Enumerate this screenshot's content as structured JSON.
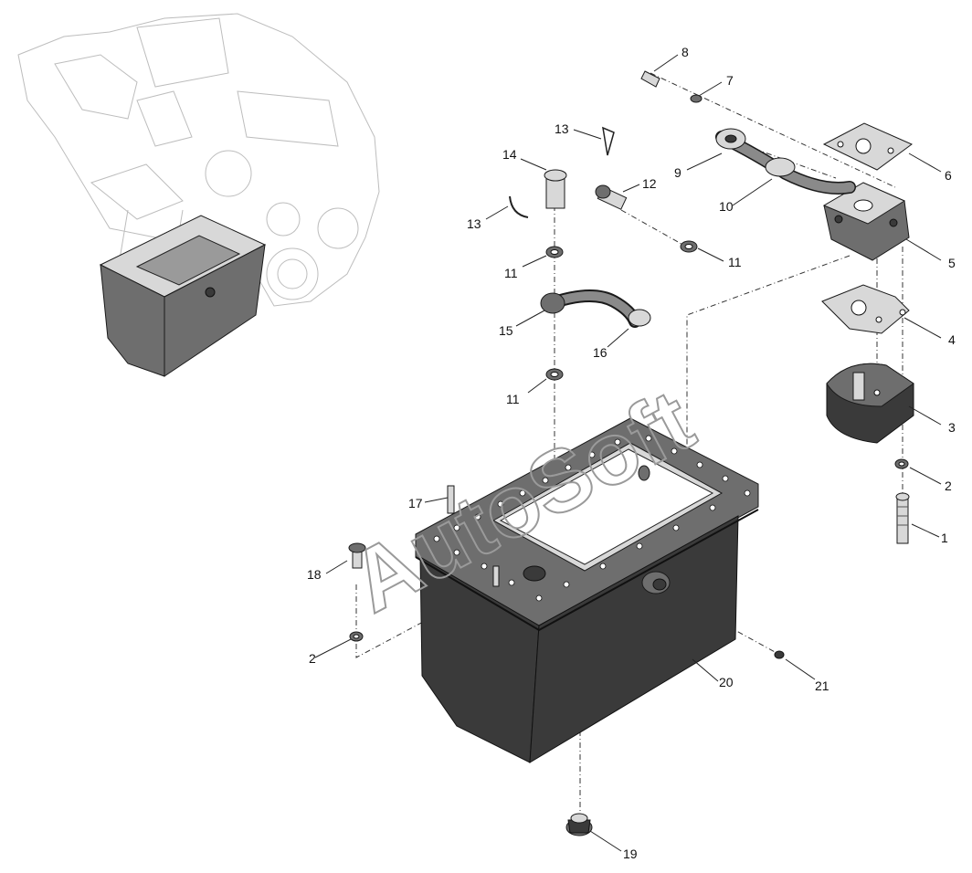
{
  "watermark": "AutoSoft",
  "callouts": [
    {
      "id": "1",
      "label": "1"
    },
    {
      "id": "2a",
      "label": "2"
    },
    {
      "id": "2b",
      "label": "2"
    },
    {
      "id": "3",
      "label": "3"
    },
    {
      "id": "4",
      "label": "4"
    },
    {
      "id": "5",
      "label": "5"
    },
    {
      "id": "6",
      "label": "6"
    },
    {
      "id": "7",
      "label": "7"
    },
    {
      "id": "8",
      "label": "8"
    },
    {
      "id": "9",
      "label": "9"
    },
    {
      "id": "10",
      "label": "10"
    },
    {
      "id": "11a",
      "label": "11"
    },
    {
      "id": "11b",
      "label": "11"
    },
    {
      "id": "11c",
      "label": "11"
    },
    {
      "id": "12",
      "label": "12"
    },
    {
      "id": "13a",
      "label": "13"
    },
    {
      "id": "13b",
      "label": "13"
    },
    {
      "id": "14",
      "label": "14"
    },
    {
      "id": "15",
      "label": "15"
    },
    {
      "id": "16",
      "label": "16"
    },
    {
      "id": "17",
      "label": "17"
    },
    {
      "id": "18",
      "label": "18"
    },
    {
      "id": "19",
      "label": "19"
    },
    {
      "id": "20",
      "label": "20"
    },
    {
      "id": "21",
      "label": "21"
    }
  ]
}
